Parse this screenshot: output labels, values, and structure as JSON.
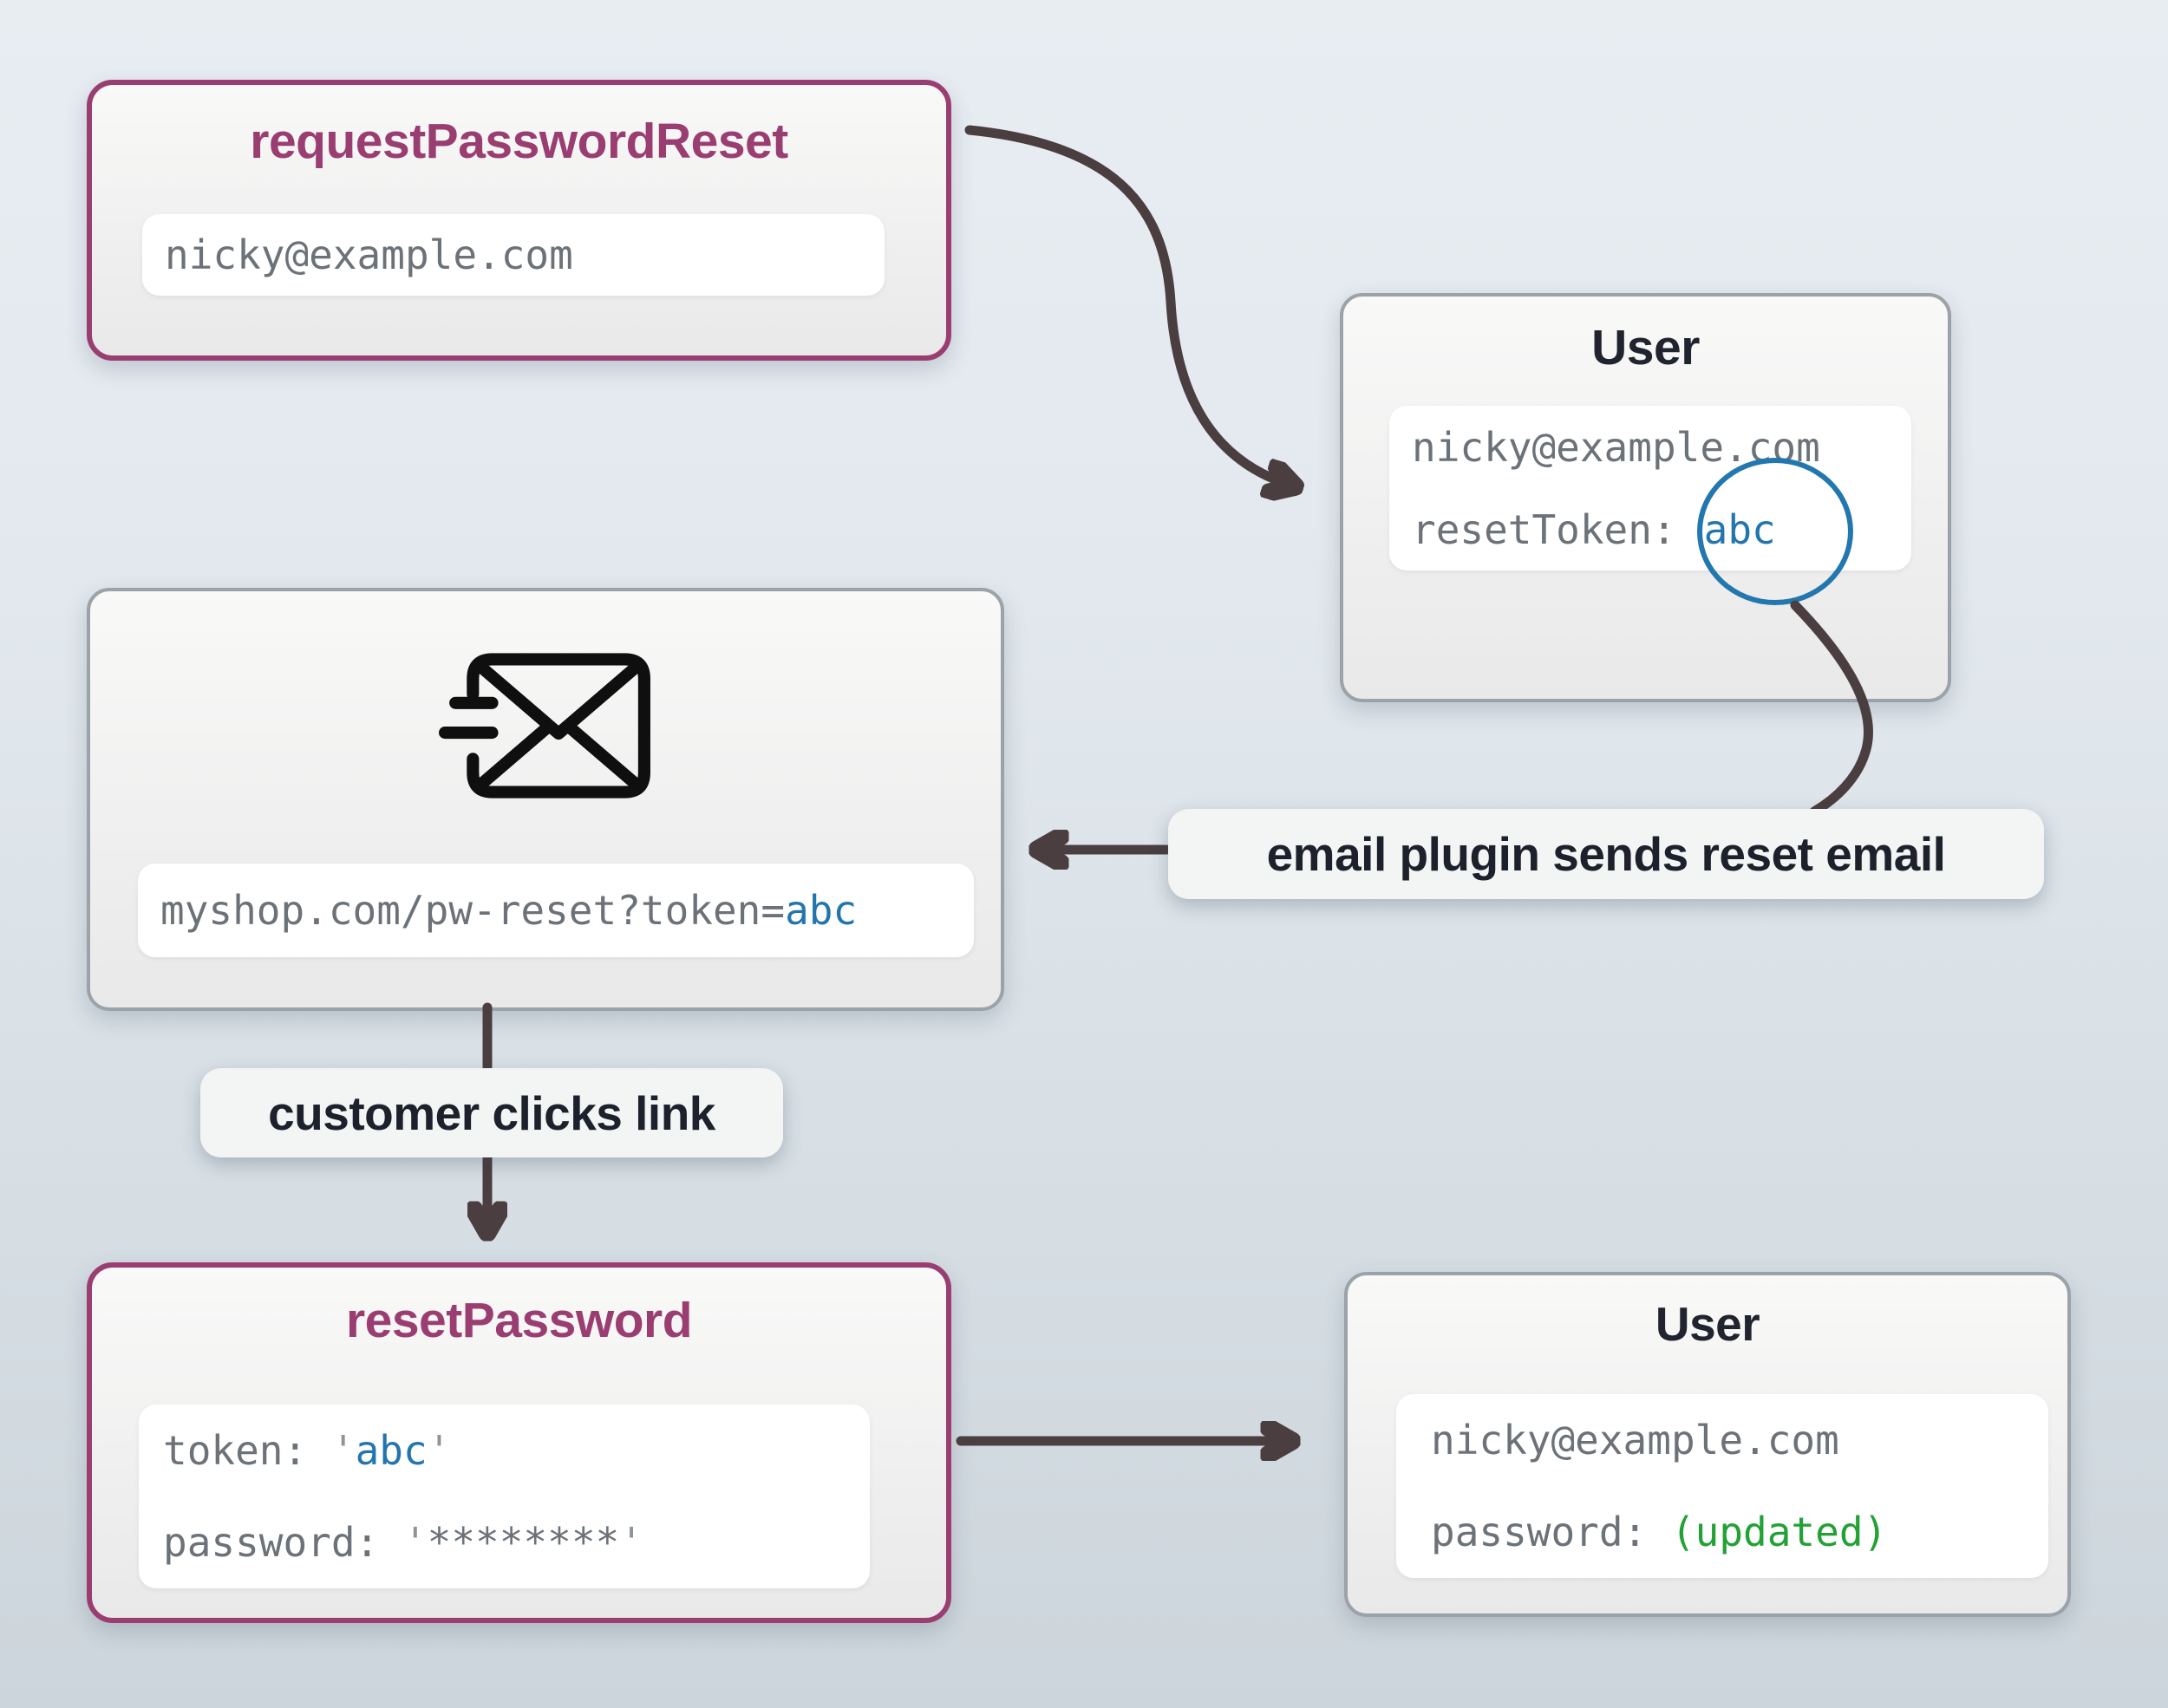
{
  "colors": {
    "accent_magenta": "#9a3e72",
    "box_border_gray": "#9ba3a9",
    "title_dark": "#20242f",
    "mono_gray": "#6b7278",
    "mono_blue": "#2376ad",
    "mono_green": "#22a135",
    "quote_gray": "#8d949a",
    "arrow": "#4a3e40",
    "token_circle_blue": "#2377af",
    "background_top": "#e8edf2",
    "background_bottom": "#ccd5db"
  },
  "nodes": {
    "request": {
      "title": "requestPasswordReset",
      "email": "nicky@example.com"
    },
    "user_top": {
      "title": "User",
      "email": "nicky@example.com",
      "token_label": "resetToken:",
      "token_value": "abc"
    },
    "email": {
      "icon": "send-email-icon",
      "url_prefix": "myshop.com/pw-reset?token=",
      "url_token": "abc"
    },
    "reset": {
      "title": "resetPassword",
      "token_label": "token: ",
      "quote": "'",
      "token_value": "abc",
      "password_label": "password: ",
      "password_value": "********"
    },
    "user_bottom": {
      "title": "User",
      "email": "nicky@example.com",
      "password_label": "password: ",
      "password_value": "(updated)"
    }
  },
  "annotations": {
    "email_plugin": "email plugin sends reset email",
    "customer_clicks": "customer clicks link"
  }
}
